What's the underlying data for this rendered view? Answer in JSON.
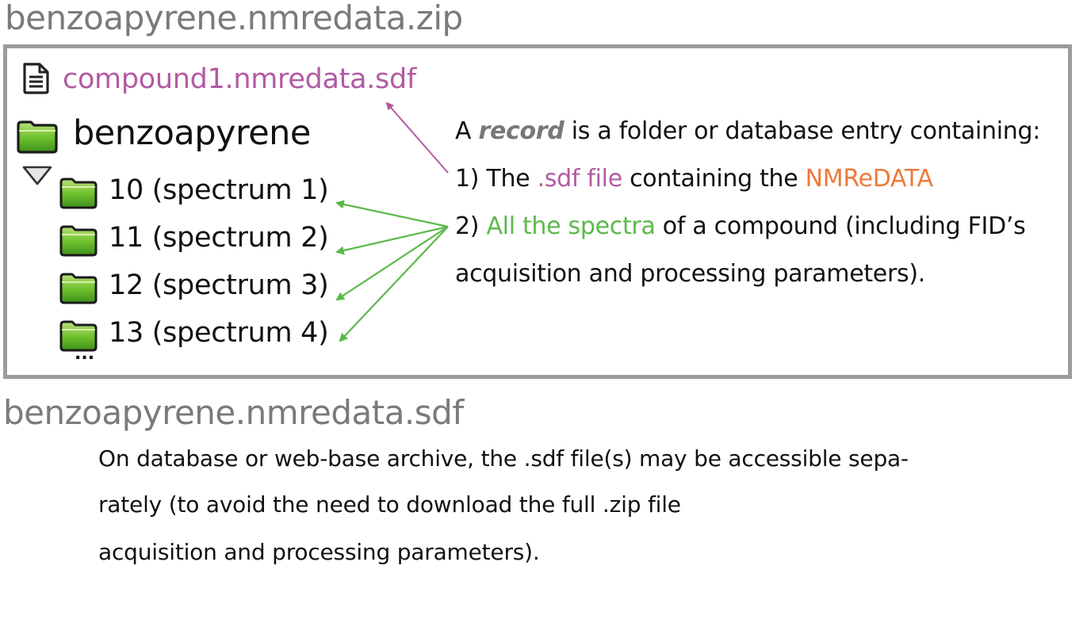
{
  "zip_title": "benzoapyrene.nmredata.zip",
  "record": {
    "sdf_file": "compound1.nmredata.sdf",
    "root_folder": "benzoapyrene",
    "spectra": [
      "10 (spectrum 1)",
      "11 (spectrum 2)",
      "12 (spectrum 3)",
      "13 (spectrum 4)"
    ],
    "ellipsis": "..."
  },
  "description": {
    "line1_prefix": "A ",
    "line1_emphasis": "record",
    "line1_suffix": " is a folder or database entry containing:",
    "line2_prefix": "1) The ",
    "line2_sdf": ".sdf file",
    "line2_middle": " containing the ",
    "line2_nmredata": "NMReDATA",
    "line3_prefix": "2) ",
    "line3_spectra": "All the spectra",
    "line3_suffix": " of a compound (including FID’s",
    "line4": "acquisition and processing parameters)."
  },
  "sdf_title": "benzoapyrene.nmredata.sdf",
  "note_lines": [
    "On database or web-base archive, the .sdf file(s) may be accessible sepa-",
    "rately (to avoid the need to download the full .zip file",
    "acquisition and processing parameters)."
  ],
  "colors": {
    "title_gray": "#7a7a7a",
    "box_border": "#9b9b9b",
    "sdf_pink": "#b35aa3",
    "nmredata_orange": "#ee7a3a",
    "spectra_green": "#5bb94a"
  },
  "icons": {
    "file": "document-icon",
    "folder": "folder-icon",
    "expand": "triangle-down-icon"
  }
}
